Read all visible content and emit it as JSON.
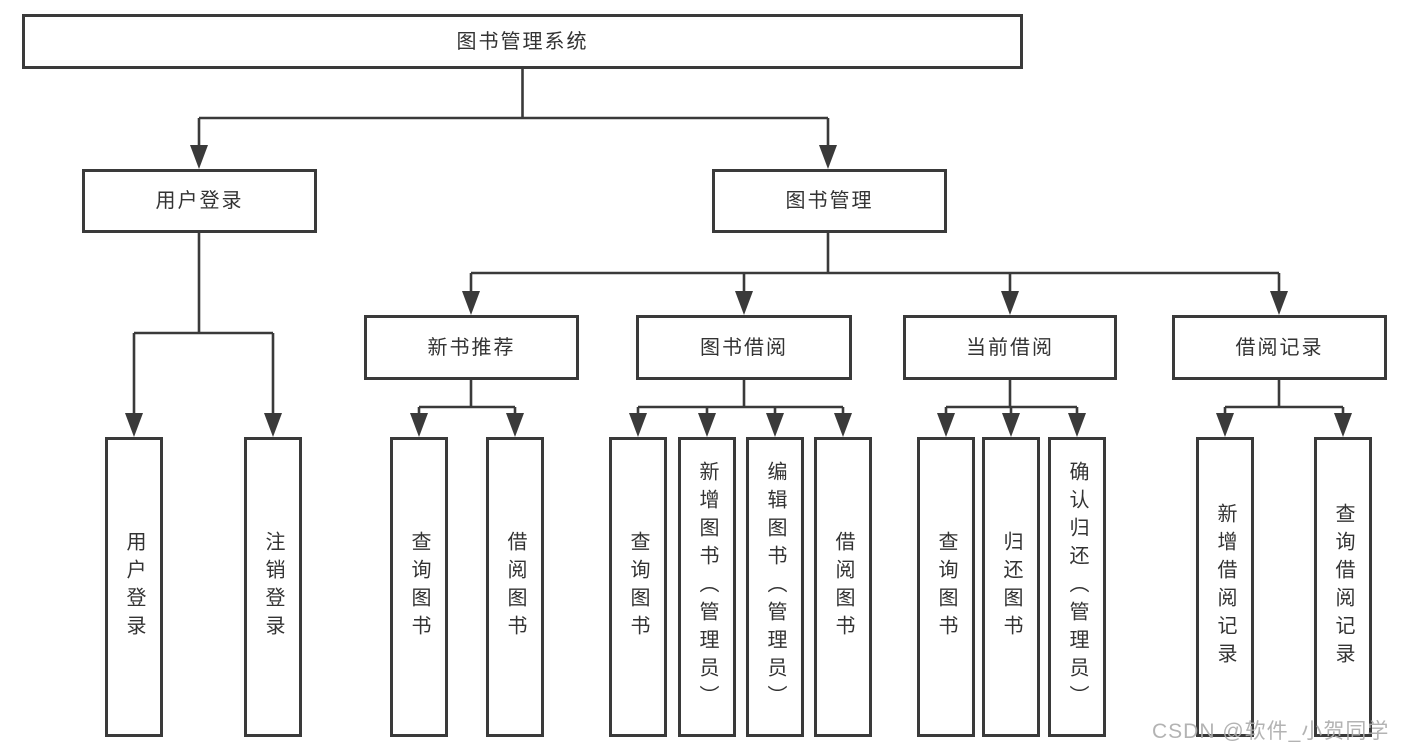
{
  "colors": {
    "line": "#3a3a3a",
    "node_text": "#333333",
    "watermark_text": "#adadad"
  },
  "watermark": "CSDN @软件_小贺同学",
  "tree": {
    "label": "图书管理系统",
    "children": [
      {
        "label": "用户登录",
        "children": [
          {
            "label": "用户登录"
          },
          {
            "label": "注销登录"
          }
        ]
      },
      {
        "label": "图书管理",
        "children": [
          {
            "label": "新书推荐",
            "children": [
              {
                "label": "查询图书"
              },
              {
                "label": "借阅图书"
              }
            ]
          },
          {
            "label": "图书借阅",
            "children": [
              {
                "label": "查询图书"
              },
              {
                "label": "新增图书（管理员）"
              },
              {
                "label": "编辑图书（管理员）"
              },
              {
                "label": "借阅图书"
              }
            ]
          },
          {
            "label": "当前借阅",
            "children": [
              {
                "label": "查询图书"
              },
              {
                "label": "归还图书"
              },
              {
                "label": "确认归还（管理员）"
              }
            ]
          },
          {
            "label": "借阅记录",
            "children": [
              {
                "label": "新增借阅记录"
              },
              {
                "label": "查询借阅记录"
              }
            ]
          }
        ]
      }
    ]
  }
}
